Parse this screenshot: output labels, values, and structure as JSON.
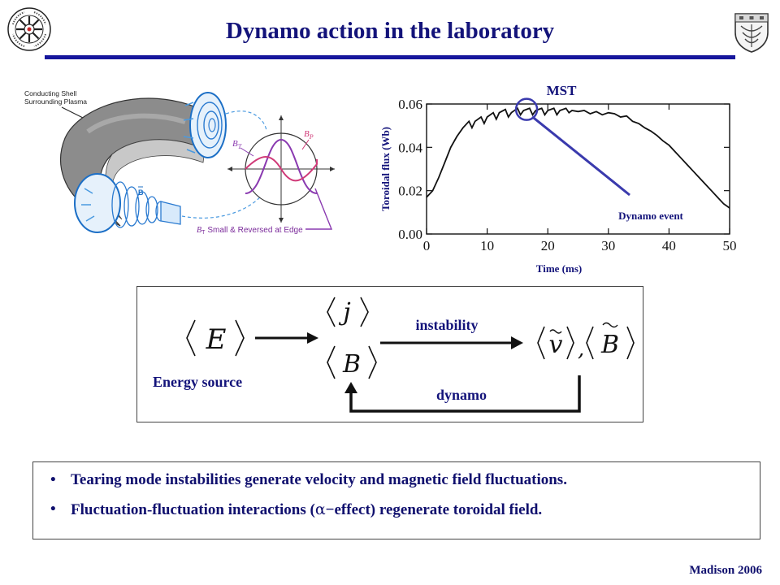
{
  "slide": {
    "title": "Dynamo action in the laboratory",
    "footer": "Madison 2006"
  },
  "figure_left": {
    "shell_label_line1": "Conducting Shell",
    "shell_label_line2": "Surrounding Plasma",
    "b_label": "B",
    "bt_label": "B",
    "bt_sub": "T",
    "bp_label": "B",
    "bp_sub": "P",
    "edge_label_sym": "B",
    "edge_label_sub": "T",
    "edge_label_text": "Small & Reversed at Edge"
  },
  "chart_data": {
    "type": "line",
    "title": "MST",
    "xlabel": "Time (ms)",
    "ylabel": "Toroidal flux (Wb)",
    "xlim": [
      0,
      50
    ],
    "ylim": [
      0,
      0.06
    ],
    "xticks": [
      "0",
      "10",
      "20",
      "30",
      "40",
      "50"
    ],
    "yticks": [
      "0.00",
      "0.02",
      "0.04",
      "0.06"
    ],
    "annotation": "Dynamo event",
    "annotation_point": [
      16.5,
      0.0575
    ],
    "series": [
      {
        "x": [
          0,
          1,
          2,
          3,
          4,
          5,
          6,
          7,
          7.5,
          8,
          9,
          9.5,
          10,
          11,
          11.5,
          12,
          13,
          13.5,
          14,
          15,
          15.5,
          16,
          17,
          17.5,
          18,
          19,
          19.5,
          20,
          21,
          21.5,
          22,
          23,
          23.5,
          24,
          25,
          26,
          27,
          28,
          29,
          30,
          31,
          32,
          33,
          34,
          35,
          36,
          37,
          38,
          39,
          40,
          41,
          42,
          43,
          44,
          45,
          46,
          47,
          48,
          49,
          50
        ],
        "y": [
          0.017,
          0.02,
          0.026,
          0.033,
          0.04,
          0.045,
          0.049,
          0.052,
          0.049,
          0.052,
          0.054,
          0.051,
          0.054,
          0.056,
          0.053,
          0.056,
          0.0575,
          0.054,
          0.056,
          0.058,
          0.055,
          0.057,
          0.058,
          0.055,
          0.057,
          0.058,
          0.055,
          0.057,
          0.058,
          0.055,
          0.057,
          0.058,
          0.056,
          0.057,
          0.0565,
          0.057,
          0.0555,
          0.0565,
          0.055,
          0.056,
          0.0555,
          0.054,
          0.0545,
          0.052,
          0.051,
          0.049,
          0.0475,
          0.0455,
          0.043,
          0.041,
          0.038,
          0.035,
          0.032,
          0.029,
          0.026,
          0.023,
          0.02,
          0.017,
          0.014,
          0.012
        ]
      }
    ]
  },
  "flow": {
    "energy_source": "Energy source",
    "instability": "instability",
    "dynamo": "dynamo"
  },
  "bullets": {
    "marker": "•",
    "item1": "Tearing mode instabilities generate velocity and magnetic field fluctuations.",
    "item2_a": "Fluctuation-fluctuation interactions (",
    "item2_alpha": "α",
    "item2_b": "−effect)  regenerate toroidal field."
  },
  "colors": {
    "title": "#13137a",
    "title_rule": "#16169c",
    "text": "#10106e",
    "annotation": "#3a3aad",
    "bp_curve": "#d03a78",
    "bt_curve": "#8a3ab0"
  },
  "icons": {
    "left_logo": "center-seal-icon",
    "right_logo": "university-crest-icon"
  }
}
